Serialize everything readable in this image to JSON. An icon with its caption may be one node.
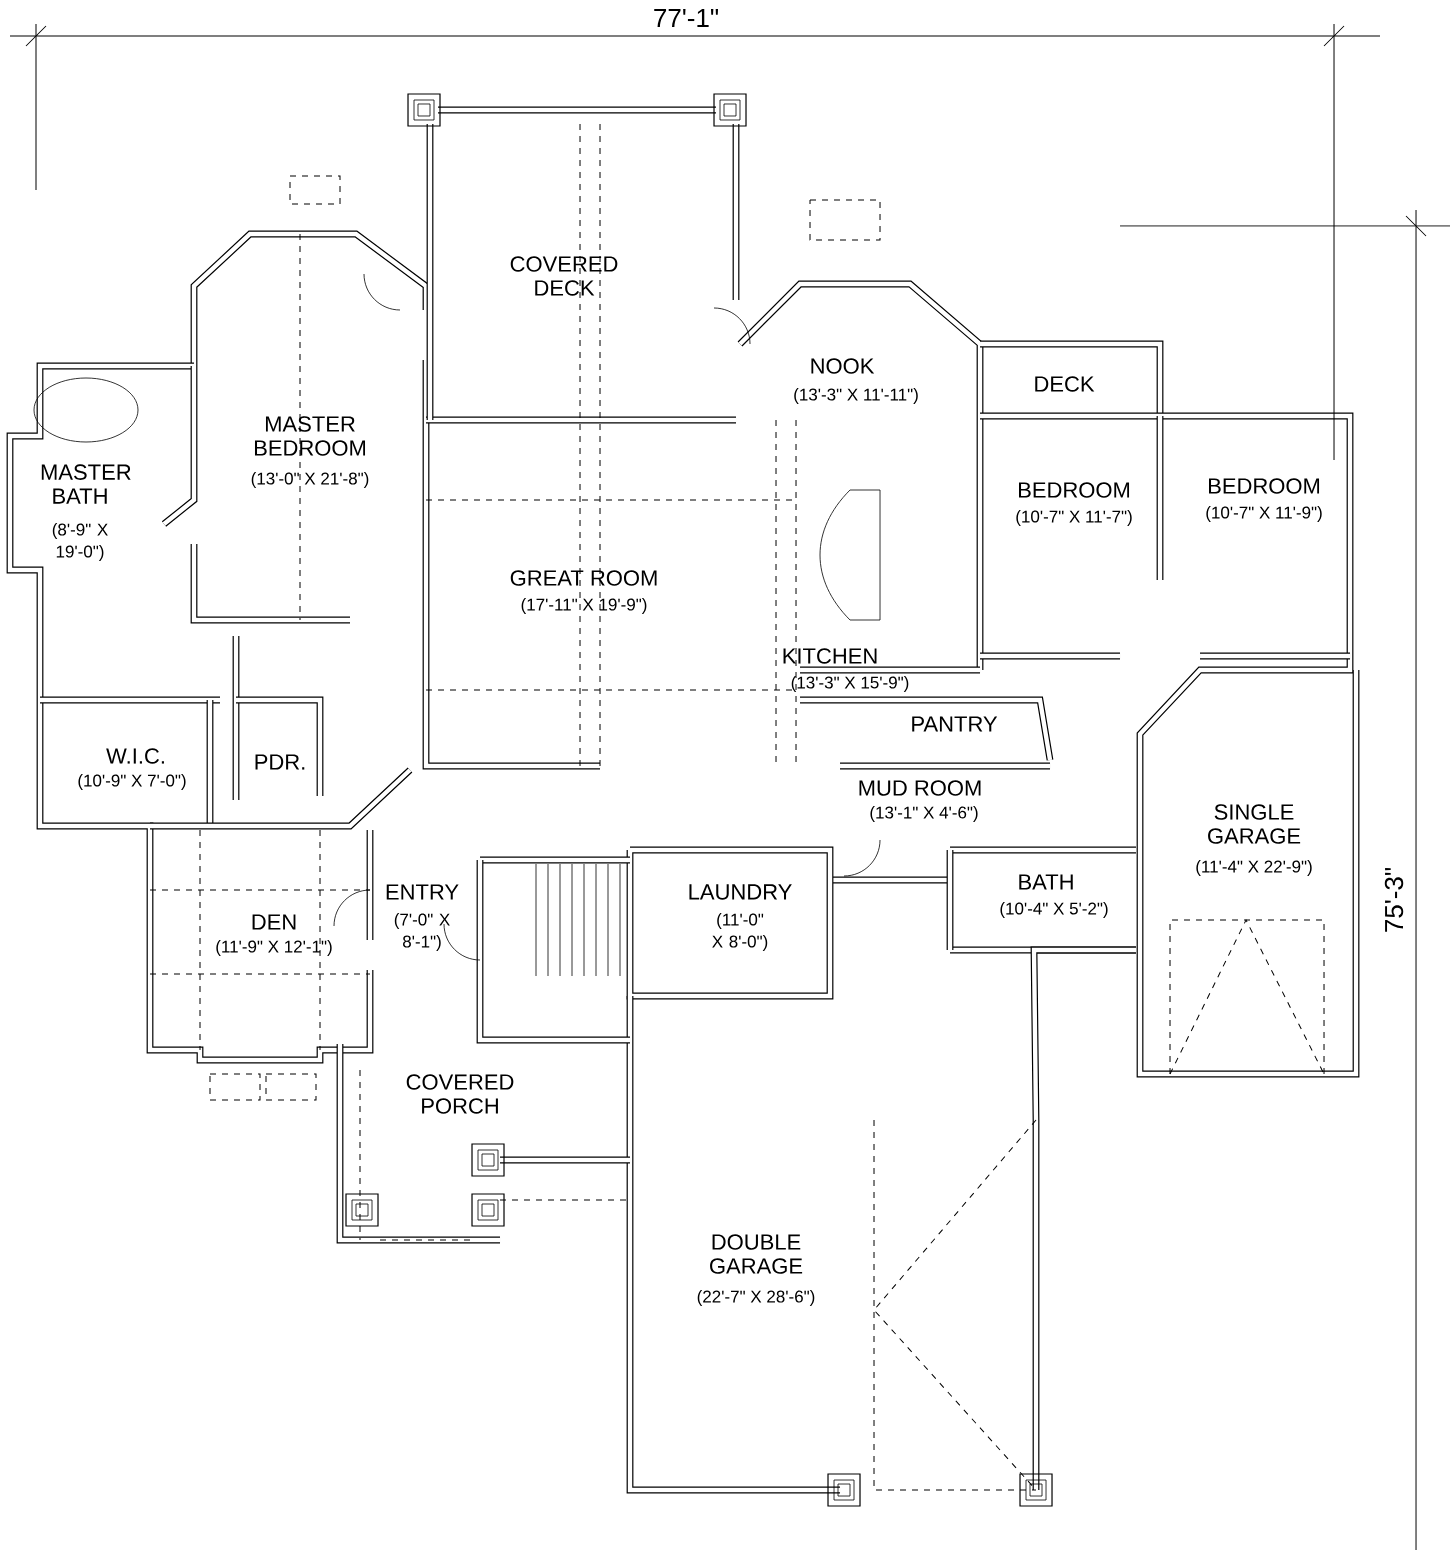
{
  "diagram": {
    "labels": [
      "77'-1\"",
      "COVERED DECK",
      "NOOK",
      "(13'-3\" X 11'-11\")",
      "DECK",
      "MASTER BEDROOM",
      "(13'-0\" X 21'-8\")",
      "MASTER BATH",
      "(8'-9\" X 19'-0\")",
      "BEDROOM",
      "(10'-7\" X 11'-7\")",
      "BEDROOM",
      "(10'-7\" X 11'-9\")",
      "GREAT ROOM",
      "(17'-11\" X 19'-9\")",
      "KITCHEN",
      "(13'-3\" X 15'-9\")",
      "PANTRY",
      "W.I.C.",
      "(10'-9\" X 7'-0\")",
      "PDR.",
      "MUD ROOM",
      "(13'-1\" X 4'-6\")",
      "SINGLE GARAGE",
      "(11'-4\" X 22'-9\")",
      "75'-3\"",
      "ENTRY",
      "(7'-0\" X 8'-1\")",
      "LAUNDRY",
      "(11'-0\" X 8'-0\")",
      "BATH",
      "(10'-4\" X 5'-2\")",
      "DEN",
      "(11'-9\" X 12'-1\")",
      "COVERED PORCH",
      "DOUBLE GARAGE",
      "(22'-7\" X 28'-6\")"
    ]
  }
}
